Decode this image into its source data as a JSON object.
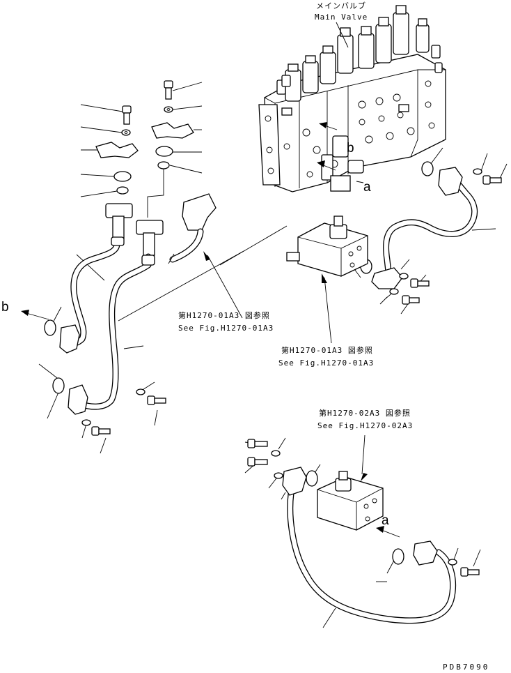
{
  "main_valve": {
    "jp": "メインバルブ",
    "en": "Main Valve"
  },
  "letters": {
    "a": "a",
    "b": "b"
  },
  "refs": [
    {
      "jp": "第H1270-01A3 図参照",
      "en": "See Fig.H1270-01A3"
    },
    {
      "jp": "第H1270-01A3 図参照",
      "en": "See Fig.H1270-01A3"
    },
    {
      "jp": "第H1270-02A3 図参照",
      "en": "See Fig.H1270-02A3"
    }
  ],
  "drawing_code": "PDB7090"
}
